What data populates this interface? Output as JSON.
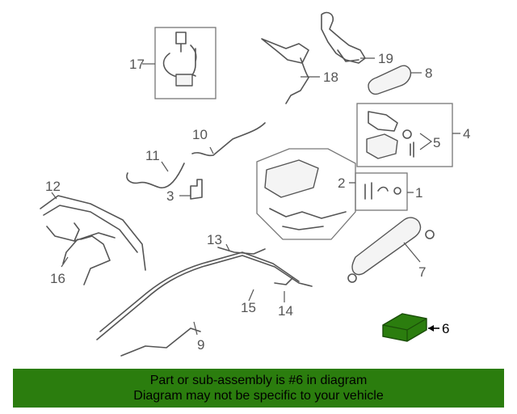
{
  "callouts": {
    "c1": "1",
    "c2": "2",
    "c3": "3",
    "c4": "4",
    "c5": "5",
    "c6": "6",
    "c7": "7",
    "c8": "8",
    "c9": "9",
    "c10": "10",
    "c11": "11",
    "c12": "12",
    "c13": "13",
    "c14": "14",
    "c15": "15",
    "c16": "16",
    "c17": "17",
    "c18": "18",
    "c19": "19"
  },
  "highlight": {
    "part_number": "6",
    "color": "#2b7d0e"
  },
  "banner": {
    "line1": "Part or sub-assembly is #6 in diagram",
    "line2": "Diagram may not be specific to your vehicle",
    "background": "#2b7d0e"
  }
}
